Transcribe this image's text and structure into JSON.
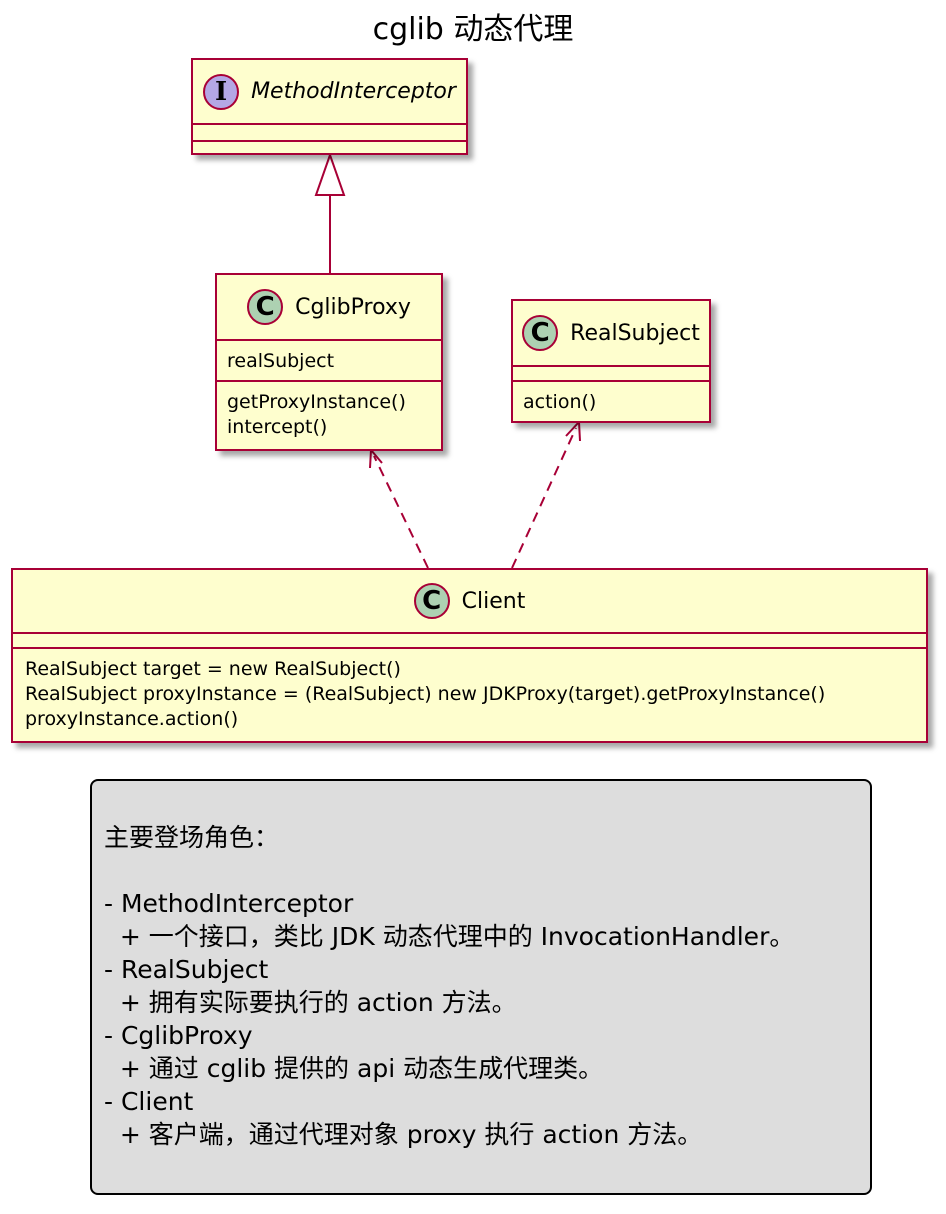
{
  "title": "cglib 动态代理",
  "colors": {
    "border": "#a80036",
    "class_fill": "#fefece",
    "class_badge": "#add1b2",
    "interface_badge": "#b4a7e5",
    "note_fill": "#dddddd"
  },
  "interface": {
    "badge": "I",
    "name": "MethodInterceptor"
  },
  "cglib_proxy": {
    "badge": "C",
    "name": "CglibProxy",
    "fields": [
      "realSubject"
    ],
    "methods": [
      "getProxyInstance()",
      "intercept()"
    ]
  },
  "real_subject": {
    "badge": "C",
    "name": "RealSubject",
    "methods": [
      "action()"
    ]
  },
  "client": {
    "badge": "C",
    "name": "Client",
    "methods": [
      "RealSubject target = new RealSubject()",
      "RealSubject proxyInstance = (RealSubject) new JDKProxy(target).getProxyInstance()",
      "proxyInstance.action()"
    ]
  },
  "note": {
    "heading": "主要登场角色：",
    "lines": [
      "- MethodInterceptor",
      "  + 一个接口，类比 JDK 动态代理中的 InvocationHandler。",
      "- RealSubject",
      "  + 拥有实际要执行的 action 方法。",
      "- CglibProxy",
      "  + 通过 cglib 提供的 api 动态生成代理类。",
      "- Client",
      "  + 客户端，通过代理对象 proxy 执行 action 方法。"
    ]
  }
}
